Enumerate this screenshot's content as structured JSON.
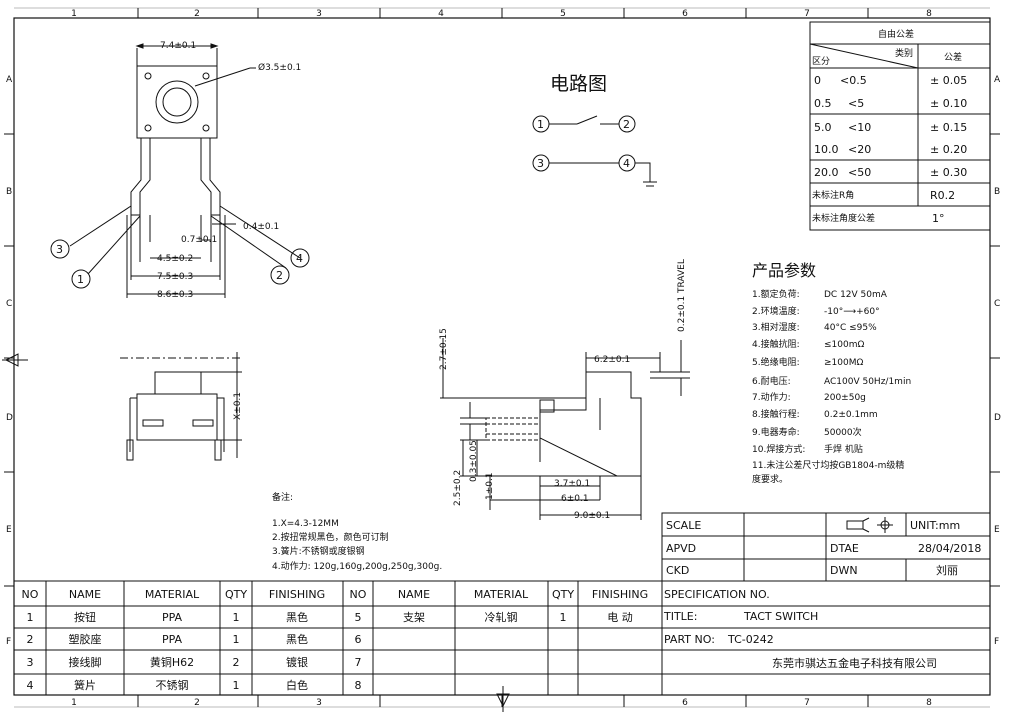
{
  "frame": {
    "col_labels": [
      "1",
      "2",
      "3",
      "4",
      "5",
      "6",
      "7",
      "8"
    ],
    "row_labels": [
      "A",
      "B",
      "C",
      "D",
      "E",
      "F"
    ]
  },
  "top_view": {
    "dim_width": "7.4±0.1",
    "dim_diameter": "Ø3.5±0.1",
    "dim_pin_thickness": "0.4±0.1",
    "dim_pin_gap": "0.7±0.1",
    "dim_4_5": "4.5±0.2",
    "dim_7_5": "7.5±0.3",
    "dim_8_6": "8.6±0.3",
    "pin_labels": [
      "3",
      "1",
      "2",
      "4"
    ]
  },
  "front_view": {
    "dim_x": "X±0.1"
  },
  "circuit": {
    "title": "电路图",
    "nodes": [
      "1",
      "2",
      "3",
      "4"
    ]
  },
  "side_view": {
    "travel": "0.2±0.1 TRAVEL",
    "dim_6_2": "6.2±0.1",
    "dim_2_7": "2.7±0.15",
    "dim_0_3": "0.3±0.05",
    "dim_2_5": "2.5±0.2",
    "dim_1": "1±0.1",
    "dim_3_7": "3.7±0.1",
    "dim_6": "6±0.1",
    "dim_9": "9.0±0.1"
  },
  "params": {
    "title": "产品参数",
    "items": [
      {
        "label": "1.额定负荷:",
        "value": "DC 12V 50mA"
      },
      {
        "label": "2.环境温度:",
        "value": "-10°⟶+60°"
      },
      {
        "label": "3.相对湿度:",
        "value": "40°C ≤95%"
      },
      {
        "label": "4.接触抗阻:",
        "value": "≤100mΩ"
      },
      {
        "label": "5.绝缘电阻:",
        "value": "≥100MΩ"
      },
      {
        "label": "6.耐电压:",
        "value": "AC100V 50Hz/1min"
      },
      {
        "label": "7.动作力:",
        "value": "200±50g"
      },
      {
        "label": "8.接触行程:",
        "value": "0.2±0.1mm"
      },
      {
        "label": "9.电器寿命:",
        "value": "50000次"
      },
      {
        "label": "10.焊接方式:",
        "value": "手焊 机贴"
      }
    ],
    "note_line1": "11.未注公差尺寸均按GB1804-m级精",
    "note_line2": "度要求。"
  },
  "notes": {
    "title": "备注:",
    "lines": [
      "1.X=4.3-12MM",
      "2.按扭常规黑色，颜色可订制",
      "3.簧片:不锈钢或度银钢",
      "4.动作力: 120g,160g,200g,250g,300g."
    ]
  },
  "tolerance": {
    "title": "自由公差",
    "hdr_category": "类别",
    "hdr_zone": "区分",
    "hdr_tol": "公差",
    "rows": [
      {
        "from": "0",
        "to": "<0.5",
        "tol": "± 0.05"
      },
      {
        "from": "0.5",
        "to": "<5",
        "tol": "± 0.10"
      },
      {
        "from": "5.0",
        "to": "<10",
        "tol": "± 0.15"
      },
      {
        "from": "10.0",
        "to": "<20",
        "tol": "± 0.20"
      },
      {
        "from": "20.0",
        "to": "<50",
        "tol": "± 0.30"
      }
    ],
    "r_angle_label": "未标注R角",
    "r_angle_value": "R0.2",
    "draft_label": "未标注角度公差",
    "draft_value": "1°"
  },
  "titleblock": {
    "scale_label": "SCALE",
    "unit_label": "UNIT:mm",
    "apvd_label": "APVD",
    "dtae_label": "DTAE",
    "date": "28/04/2018",
    "ckd_label": "CKD",
    "dwn_label": "DWN",
    "dwn_name": "刘丽",
    "spec": "SPECIFICATION NO.",
    "title_label": "TITLE:",
    "title_value": "TACT SWITCH",
    "part_label": "PART NO:",
    "part_value": "TC-0242",
    "company": "东莞市骐达五金电子科技有限公司"
  },
  "bom": {
    "headers": [
      "NO",
      "NAME",
      "MATERIAL",
      "QTY",
      "FINISHING"
    ],
    "left_rows": [
      {
        "no": "1",
        "name": "按钮",
        "material": "PPA",
        "qty": "1",
        "finishing": "黑色"
      },
      {
        "no": "2",
        "name": "塑胶座",
        "material": "PPA",
        "qty": "1",
        "finishing": "黑色"
      },
      {
        "no": "3",
        "name": "接线脚",
        "material": "黄铜H62",
        "qty": "2",
        "finishing": "镀银"
      },
      {
        "no": "4",
        "name": "簧片",
        "material": "不锈钢",
        "qty": "1",
        "finishing": "白色"
      }
    ],
    "right_rows": [
      {
        "no": "5",
        "name": "支架",
        "material": "冷轧钢",
        "qty": "1",
        "finishing": "电 动"
      },
      {
        "no": "6",
        "name": "",
        "material": "",
        "qty": "",
        "finishing": ""
      },
      {
        "no": "7",
        "name": "",
        "material": "",
        "qty": "",
        "finishing": ""
      },
      {
        "no": "8",
        "name": "",
        "material": "",
        "qty": "",
        "finishing": ""
      }
    ]
  }
}
